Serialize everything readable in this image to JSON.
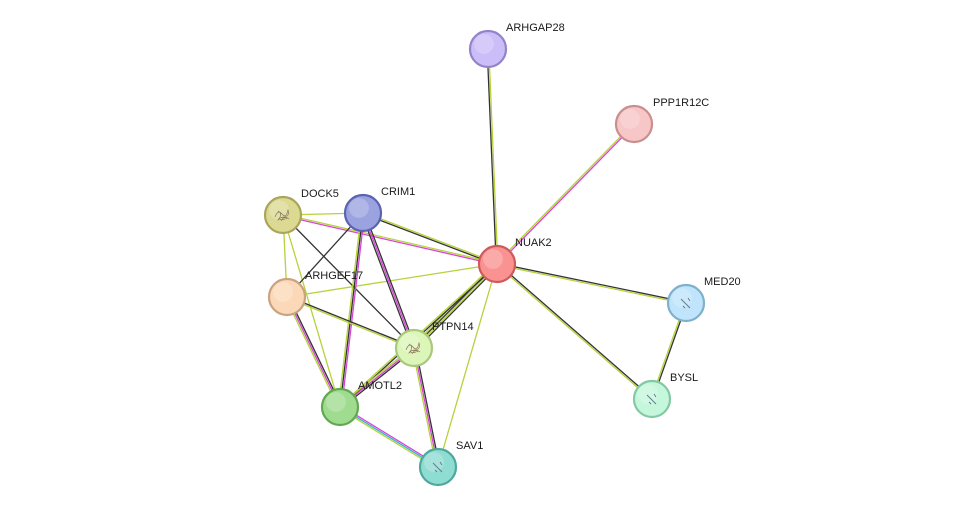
{
  "nodes": [
    {
      "id": "ARHGAP28",
      "label": "ARHGAP28",
      "color": "#cbbdf7",
      "stroke": "#9583c9",
      "texture": "none"
    },
    {
      "id": "PPP1R12C",
      "label": "PPP1R12C",
      "color": "#f7c6c6",
      "stroke": "#c98e8e",
      "texture": "none"
    },
    {
      "id": "NUAK2",
      "label": "NUAK2",
      "color": "#fa9292",
      "stroke": "#cf5a5a",
      "texture": "none"
    },
    {
      "id": "DOCK5",
      "label": "DOCK5",
      "color": "#dcd993",
      "stroke": "#a9a55a",
      "texture": "structure"
    },
    {
      "id": "CRIM1",
      "label": "CRIM1",
      "color": "#9aa3e0",
      "stroke": "#5a63b0",
      "texture": "none"
    },
    {
      "id": "ARHGEF17",
      "label": "ARHGEF17",
      "color": "#fbd9b8",
      "stroke": "#c9a37e",
      "texture": "none"
    },
    {
      "id": "MED20",
      "label": "MED20",
      "color": "#bfe4fb",
      "stroke": "#7fb0cc",
      "texture": "fragment"
    },
    {
      "id": "PTPN14",
      "label": "PTPN14",
      "color": "#dcf5b8",
      "stroke": "#a8c97c",
      "texture": "structure"
    },
    {
      "id": "BYSL",
      "label": "BYSL",
      "color": "#c5f7dc",
      "stroke": "#84c9a3",
      "texture": "fragment"
    },
    {
      "id": "AMOTL2",
      "label": "AMOTL2",
      "color": "#9fdc8f",
      "stroke": "#62a852",
      "texture": "none"
    },
    {
      "id": "SAV1",
      "label": "SAV1",
      "color": "#8fdcd2",
      "stroke": "#4fa89c",
      "texture": "fragment"
    }
  ],
  "edges": [
    {
      "source": "ARHGAP28",
      "target": "NUAK2",
      "channels": [
        "#b5d33a",
        "#333333"
      ]
    },
    {
      "source": "PPP1R12C",
      "target": "NUAK2",
      "channels": [
        "#d744d7",
        "#b5d33a"
      ]
    },
    {
      "source": "NUAK2",
      "target": "MED20",
      "channels": [
        "#333333",
        "#b5d33a"
      ]
    },
    {
      "source": "NUAK2",
      "target": "BYSL",
      "channels": [
        "#333333",
        "#b5d33a"
      ]
    },
    {
      "source": "MED20",
      "target": "BYSL",
      "channels": [
        "#333333",
        "#b5d33a"
      ]
    },
    {
      "source": "NUAK2",
      "target": "CRIM1",
      "channels": [
        "#333333",
        "#b5d33a"
      ]
    },
    {
      "source": "NUAK2",
      "target": "DOCK5",
      "channels": [
        "#d744d7",
        "#b5d33a"
      ]
    },
    {
      "source": "NUAK2",
      "target": "ARHGEF17",
      "channels": [
        "#b5d33a"
      ]
    },
    {
      "source": "NUAK2",
      "target": "PTPN14",
      "channels": [
        "#333333",
        "#b5d33a",
        "#333333",
        "#b5d33a"
      ]
    },
    {
      "source": "NUAK2",
      "target": "AMOTL2",
      "channels": [
        "#333333",
        "#b5d33a"
      ]
    },
    {
      "source": "NUAK2",
      "target": "SAV1",
      "channels": [
        "#b5d33a"
      ]
    },
    {
      "source": "DOCK5",
      "target": "CRIM1",
      "channels": [
        "#b5d33a"
      ]
    },
    {
      "source": "DOCK5",
      "target": "ARHGEF17",
      "channels": [
        "#b5d33a"
      ]
    },
    {
      "source": "DOCK5",
      "target": "PTPN14",
      "channels": [
        "#333333"
      ]
    },
    {
      "source": "DOCK5",
      "target": "AMOTL2",
      "channels": [
        "#b5d33a"
      ]
    },
    {
      "source": "CRIM1",
      "target": "ARHGEF17",
      "channels": [
        "#333333"
      ]
    },
    {
      "source": "CRIM1",
      "target": "PTPN14",
      "channels": [
        "#333333",
        "#d744d7",
        "#333333"
      ]
    },
    {
      "source": "CRIM1",
      "target": "AMOTL2",
      "channels": [
        "#d744d7",
        "#333333",
        "#b5d33a"
      ]
    },
    {
      "source": "ARHGEF17",
      "target": "PTPN14",
      "channels": [
        "#333333",
        "#b5d33a"
      ]
    },
    {
      "source": "ARHGEF17",
      "target": "AMOTL2",
      "channels": [
        "#333333",
        "#d744d7",
        "#b5d33a"
      ]
    },
    {
      "source": "PTPN14",
      "target": "AMOTL2",
      "channels": [
        "#333333",
        "#d744d7",
        "#b5d33a"
      ]
    },
    {
      "source": "PTPN14",
      "target": "SAV1",
      "channels": [
        "#333333",
        "#d744d7",
        "#b5d33a"
      ]
    },
    {
      "source": "AMOTL2",
      "target": "SAV1",
      "channels": [
        "#d744d7",
        "#2fb3d3",
        "#b5d33a"
      ]
    }
  ]
}
